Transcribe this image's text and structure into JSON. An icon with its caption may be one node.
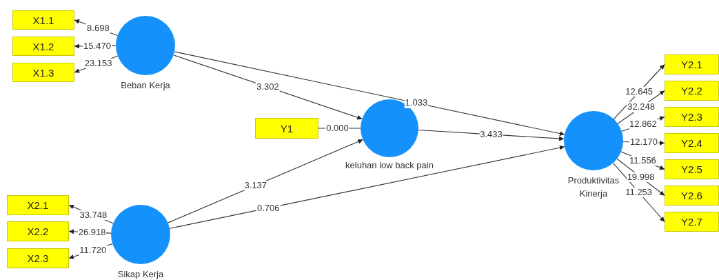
{
  "diagram": {
    "nodes": [
      {
        "text": [
          "Beban Kerja"
        ]
      },
      {
        "text": [
          "X1.1"
        ]
      },
      {
        "text": [
          "X1.2"
        ]
      },
      {
        "text": [
          "X1.3"
        ]
      },
      {
        "text": [
          "Sikap Kerja"
        ]
      },
      {
        "text": [
          "X2.1"
        ]
      },
      {
        "text": [
          "X2.2"
        ]
      },
      {
        "text": [
          "X2.3"
        ]
      },
      {
        "text": [
          "keluhan low back pain"
        ]
      },
      {
        "text": [
          "Y1"
        ]
      },
      {
        "text": [
          "Produktivitas Kinerja"
        ]
      },
      {
        "text": [
          "Y2.1"
        ]
      },
      {
        "text": [
          "Y2.2"
        ]
      },
      {
        "text": [
          "Y2.3"
        ]
      },
      {
        "text": [
          "Y2.4"
        ]
      },
      {
        "text": [
          "Y2.5"
        ]
      },
      {
        "text": [
          "Y2.6"
        ]
      },
      {
        "text": [
          "Y2.7"
        ]
      }
    ],
    "edges": [
      {
        "from": 0,
        "to": 1,
        "arrow": "to",
        "label": "8.698"
      },
      {
        "from": 0,
        "to": 2,
        "arrow": "to",
        "label": "15.470"
      },
      {
        "from": 0,
        "to": 3,
        "arrow": "to",
        "label": "23.153"
      },
      {
        "from": 4,
        "to": 5,
        "arrow": "to",
        "label": "33.748"
      },
      {
        "from": 4,
        "to": 6,
        "arrow": "to",
        "label": "26.918"
      },
      {
        "from": 4,
        "to": 7,
        "arrow": "to",
        "label": "11.720"
      },
      {
        "from": 8,
        "to": 9,
        "arrow": "none",
        "label": "0.000"
      },
      {
        "from": 0,
        "to": 8,
        "arrow": "to",
        "label": "3.302"
      },
      {
        "from": 0,
        "to": 10,
        "arrow": "to",
        "label": "1.033"
      },
      {
        "from": 4,
        "to": 8,
        "arrow": "to",
        "label": "3.137"
      },
      {
        "from": 4,
        "to": 10,
        "arrow": "to",
        "label": "0.706"
      },
      {
        "from": 8,
        "to": 10,
        "arrow": "to",
        "label": "3.433"
      },
      {
        "from": 10,
        "to": 11,
        "arrow": "to",
        "label": "12.645"
      },
      {
        "from": 10,
        "to": 12,
        "arrow": "to",
        "label": "32.248"
      },
      {
        "from": 10,
        "to": 13,
        "arrow": "to",
        "label": "12.862"
      },
      {
        "from": 10,
        "to": 14,
        "arrow": "to",
        "label": "12.170"
      },
      {
        "from": 10,
        "to": 15,
        "arrow": "to",
        "label": "11.556"
      },
      {
        "from": 10,
        "to": 16,
        "arrow": "to",
        "label": "19.998"
      },
      {
        "from": 10,
        "to": 17,
        "arrow": "to",
        "label": "11.253"
      }
    ]
  }
}
